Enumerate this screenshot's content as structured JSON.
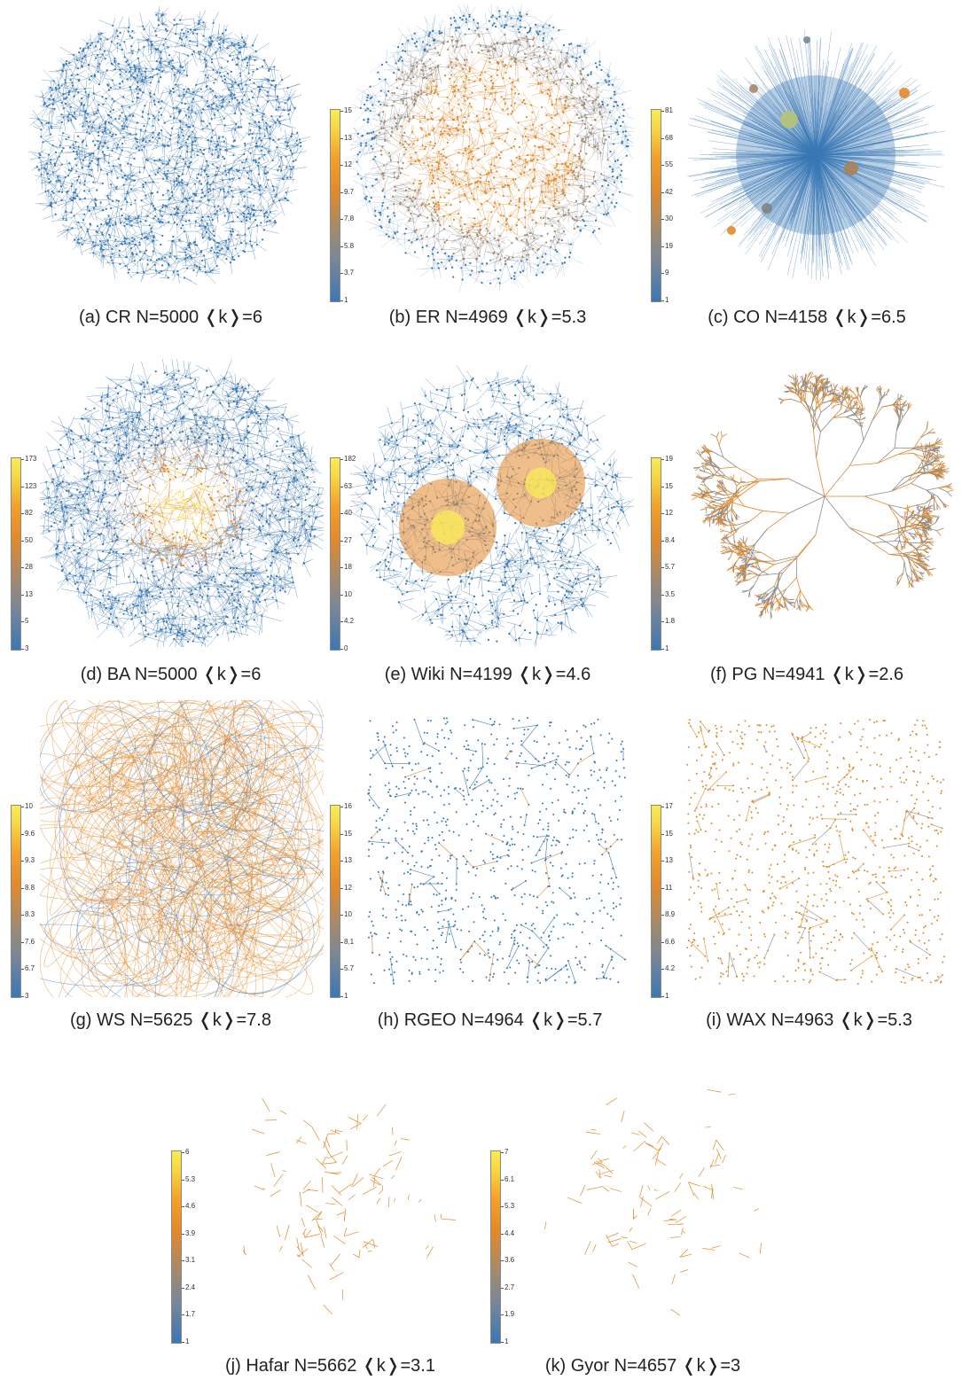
{
  "panels": [
    {
      "id": "a",
      "caption": "(a) CR N=5000 ❬k❭=6",
      "style": "disk",
      "colorbar": null
    },
    {
      "id": "b",
      "caption": "(b) ER N=4969 ❬k❭=5.3",
      "style": "disk-orange",
      "colorbar": [
        "1",
        "3.7",
        "5.8",
        "7.8",
        "9.7",
        "12",
        "13",
        "15"
      ]
    },
    {
      "id": "c",
      "caption": "(c) CO N=4158 ❬k❭=6.5",
      "style": "star",
      "colorbar": [
        "1",
        "9",
        "19",
        "30",
        "42",
        "55",
        "68",
        "81"
      ]
    },
    {
      "id": "d",
      "caption": "(d) BA N=5000 ❬k❭=6",
      "style": "disk-hub",
      "colorbar": [
        "3",
        "5",
        "13",
        "28",
        "50",
        "82",
        "123",
        "173"
      ]
    },
    {
      "id": "e",
      "caption": "(e) Wiki N=4199 ❬k❭=4.6",
      "style": "two-clusters",
      "colorbar": [
        "0",
        "4.2",
        "10",
        "18",
        "27",
        "40",
        "63",
        "182"
      ]
    },
    {
      "id": "f",
      "caption": "(f) PG N=4941 ❬k❭=2.6",
      "style": "tree",
      "colorbar": [
        "1",
        "1.8",
        "3.5",
        "5.7",
        "8.4",
        "12",
        "15",
        "19"
      ]
    },
    {
      "id": "g",
      "caption": "(g) WS N=5625 ❬k❭=7.8",
      "style": "sheet",
      "colorbar": [
        "3",
        "6.7",
        "7.6",
        "8.3",
        "8.8",
        "9.3",
        "9.6",
        "10"
      ]
    },
    {
      "id": "h",
      "caption": "(h) RGEO N=4964 ❬k❭=5.7",
      "style": "square-blue",
      "colorbar": [
        "1",
        "5.7",
        "8.1",
        "10",
        "12",
        "13",
        "15",
        "16"
      ]
    },
    {
      "id": "i",
      "caption": "(i) WAX N=4963 ❬k❭=5.3",
      "style": "square-orange",
      "colorbar": [
        "1",
        "4.2",
        "6.6",
        "8.9",
        "11",
        "13",
        "15",
        "17"
      ]
    },
    {
      "id": "j",
      "caption": "(j) Hafar N=5662 ❬k❭=3.1",
      "style": "road",
      "colorbar": [
        "1",
        "1.7",
        "2.4",
        "3.1",
        "3.9",
        "4.6",
        "5.3",
        "6"
      ]
    },
    {
      "id": "k",
      "caption": "(k) Gyor N=4657 ❬k❭=3",
      "style": "road2",
      "colorbar": [
        "1",
        "1.9",
        "2.7",
        "3.6",
        "4.4",
        "5.3",
        "6.1",
        "7"
      ]
    }
  ],
  "colors": {
    "low": "#3a78b5",
    "mid": "#e3892a",
    "high": "#f9ec55",
    "grey": "#8a8a8a"
  }
}
